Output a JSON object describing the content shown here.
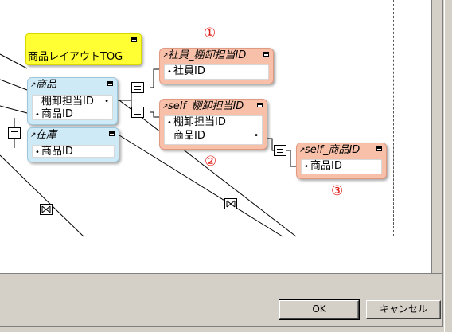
{
  "note": {
    "label": "商品レイアウトTOG"
  },
  "entities": {
    "shohin": {
      "title": "商品",
      "rows": [
        "棚卸担当ID",
        "商品ID"
      ]
    },
    "zaiko": {
      "title": "在庫",
      "rows": [
        "商品ID"
      ]
    },
    "shain": {
      "title": "社員_棚卸担当ID",
      "rows": [
        "社員ID"
      ]
    },
    "self_tana": {
      "title": "self_棚卸担当ID",
      "rows": [
        "棚卸担当ID",
        "商品ID"
      ]
    },
    "self_shohin": {
      "title": "self_商品ID",
      "rows": [
        "商品ID"
      ]
    }
  },
  "badges": {
    "one": "①",
    "two": "②",
    "three": "③"
  },
  "buttons": {
    "ok": "OK",
    "cancel": "キャンセル"
  },
  "colors": {
    "entity_blue": "#cfeaf7",
    "entity_pink": "#f8bfa9",
    "note_yellow": "#ffff33",
    "badge_red": "#e0201a"
  }
}
